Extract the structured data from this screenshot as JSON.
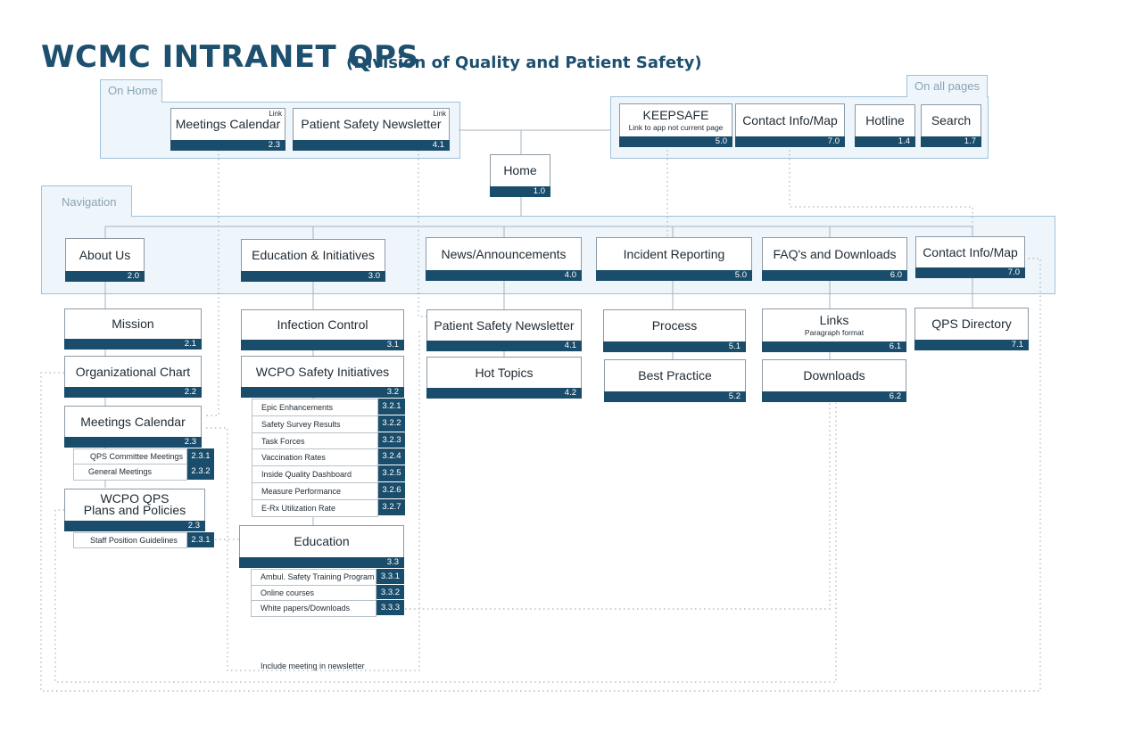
{
  "title": "WCMC INTRANET QPS",
  "subtitle": "(Division of Quality and Patient Safety)",
  "regions": {
    "home": "On Home",
    "all_pages": "On all pages",
    "navigation": "Navigation"
  },
  "home_links": {
    "meetings": {
      "label": "Meetings Calendar",
      "note": "Link",
      "num": "2.3"
    },
    "newsletter": {
      "label": "Patient Safety Newsletter",
      "note": "Link",
      "num": "4.1"
    }
  },
  "all_pages": {
    "keepsafe": {
      "label": "KEEPSAFE",
      "sub": "Link to app not current page",
      "num": "5.0"
    },
    "contact": {
      "label": "Contact Info/Map",
      "num": "7.0"
    },
    "hotline": {
      "label": "Hotline",
      "num": "1.4"
    },
    "search": {
      "label": "Search",
      "num": "1.7"
    }
  },
  "home": {
    "label": "Home",
    "num": "1.0"
  },
  "nav": [
    {
      "label": "About Us",
      "num": "2.0"
    },
    {
      "label": "Education & Initiatives",
      "num": "3.0"
    },
    {
      "label": "News/Announcements",
      "num": "4.0"
    },
    {
      "label": "Incident Reporting",
      "num": "5.0"
    },
    {
      "label": "FAQ's and Downloads",
      "num": "6.0"
    },
    {
      "label": "Contact Info/Map",
      "num": "7.0"
    }
  ],
  "about": {
    "mission": {
      "label": "Mission",
      "num": "2.1"
    },
    "org_chart": {
      "label": "Organizational Chart",
      "num": "2.2"
    },
    "meetings": {
      "label": "Meetings Calendar",
      "num": "2.3",
      "items": [
        {
          "label": "QPS Committee Meetings",
          "num": "2.3.1"
        },
        {
          "label": "General Meetings",
          "num": "2.3.2"
        }
      ]
    },
    "plans": {
      "label_line1": "WCPO QPS",
      "label_line2": "Plans and Policies",
      "num": "2.3",
      "items": [
        {
          "label": "Staff Position Guidelines",
          "num": "2.3.1"
        }
      ]
    }
  },
  "education": {
    "infection": {
      "label": "Infection Control",
      "num": "3.1"
    },
    "wcpo": {
      "label": "WCPO Safety Initiatives",
      "num": "3.2",
      "items": [
        {
          "label": "Epic Enhancements",
          "num": "3.2.1"
        },
        {
          "label": "Safety Survey Results",
          "num": "3.2.2"
        },
        {
          "label": "Task Forces",
          "num": "3.2.3"
        },
        {
          "label": "Vaccination Rates",
          "num": "3.2.4"
        },
        {
          "label": "Inside Quality Dashboard",
          "num": "3.2.5"
        },
        {
          "label": "Measure Performance",
          "num": "3.2.6"
        },
        {
          "label": "E-Rx Utilization Rate",
          "num": "3.2.7"
        }
      ]
    },
    "education": {
      "label": "Education",
      "num": "3.3",
      "items": [
        {
          "label": "Ambul. Safety Training Program",
          "num": "3.3.1"
        },
        {
          "label": "Online courses",
          "num": "3.3.2"
        },
        {
          "label": "White papers/Downloads",
          "num": "3.3.3"
        }
      ]
    }
  },
  "news": {
    "newsletter": {
      "label": "Patient Safety Newsletter",
      "num": "4.1"
    },
    "hot_topics": {
      "label": "Hot Topics",
      "num": "4.2"
    }
  },
  "incident": {
    "process": {
      "label": "Process",
      "num": "5.1"
    },
    "best_practice": {
      "label": "Best Practice",
      "num": "5.2"
    }
  },
  "faq": {
    "links": {
      "label": "Links",
      "sub": "Paragraph format",
      "num": "6.1"
    },
    "downloads": {
      "label": "Downloads",
      "num": "6.2"
    }
  },
  "contact": {
    "directory": {
      "label": "QPS Directory",
      "num": "7.1"
    }
  },
  "footnote": "Include meeting in newsletter",
  "colors": {
    "accent": "#1a4d6b",
    "title": "#1d4f6e",
    "region_fill": "#eef6fc",
    "region_border": "#9fc3db"
  }
}
